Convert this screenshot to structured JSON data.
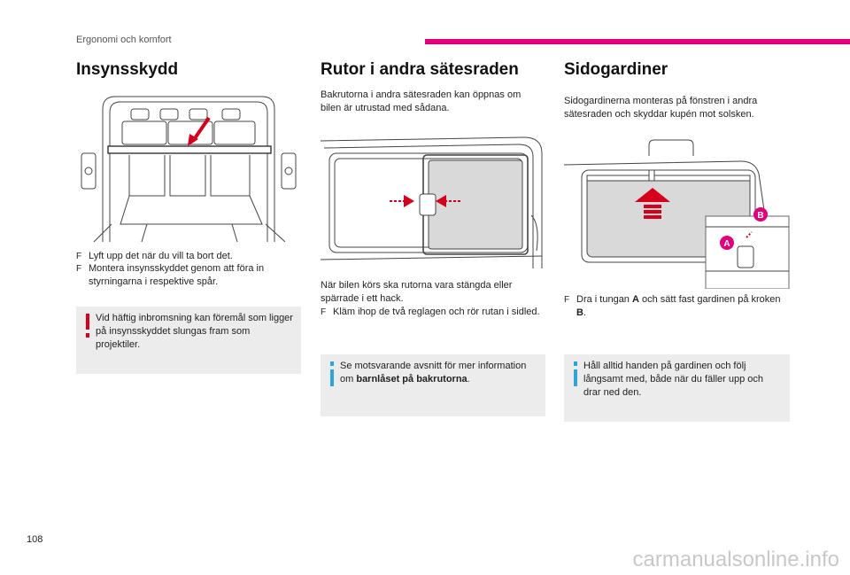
{
  "header": {
    "section": "Ergonomi och komfort",
    "accent_color": "#e4007c"
  },
  "col1": {
    "title": "Insynsskydd",
    "bullets": [
      "Lyft upp det när du vill ta bort det.",
      "Montera insynsskyddet genom att föra in styrningarna i respektive spår."
    ],
    "warning": "Vid häftig inbromsning kan föremål som ligger på insynsskyddet slungas fram som projektiler."
  },
  "col2": {
    "title": "Rutor i andra sätesraden",
    "intro": "Bakrutorna i andra sätesraden kan öppnas om bilen är utrustad med sådana.",
    "para": "När bilen körs ska rutorna vara stängda eller spärrade i ett hack.",
    "bullets": [
      "Kläm ihop de två reglagen och rör rutan i sidled."
    ],
    "info_pre": "Se motsvarande avsnitt för mer information om ",
    "info_bold": "barnlåset på bakrutorna",
    "info_post": "."
  },
  "col3": {
    "title": "Sidogardiner",
    "intro": "Sidogardinerna monteras på fönstren i andra sätesraden och skyddar kupén mot solsken.",
    "bullet_pre": "Dra i tungan ",
    "bullet_a": "A",
    "bullet_mid": " och sätt fast gardinen på kroken ",
    "bullet_b": "B",
    "bullet_post": ".",
    "info": "Håll alltid handen på gardinen och följ långsamt med, både när du fäller upp och drar ned den.",
    "label_a": "A",
    "label_b": "B"
  },
  "footer": {
    "page_number": "108",
    "watermark": "carmanualsonline.info"
  },
  "bullet_symbol": "F"
}
